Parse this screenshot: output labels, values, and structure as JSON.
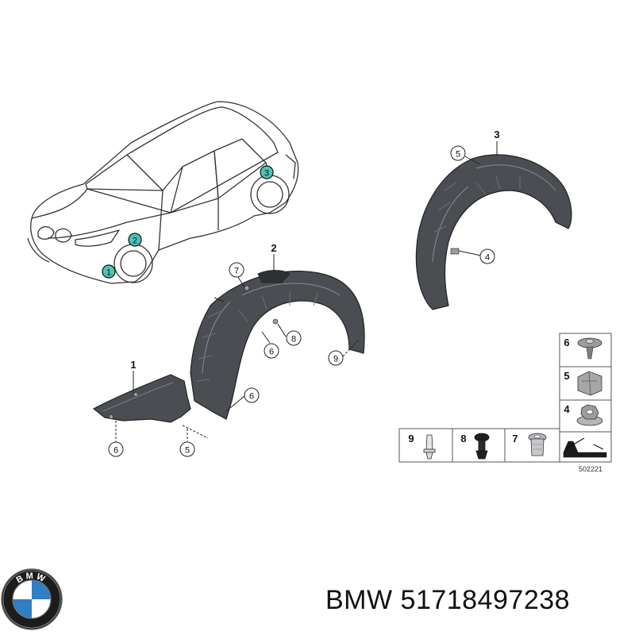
{
  "diagram": {
    "callouts": {
      "car_1": "1",
      "car_2": "2",
      "car_3": "3",
      "part_1": "1",
      "part_2": "2",
      "part_3": "3",
      "c7": "7",
      "c8": "8",
      "c9": "9",
      "c6a": "6",
      "c6b": "6",
      "c6c": "6",
      "c5a": "5",
      "c5b": "5",
      "c4": "4"
    },
    "legend": {
      "right_column": [
        "6",
        "5",
        "4"
      ],
      "bottom_row": [
        "9",
        "8",
        "7"
      ]
    },
    "diagram_id": "502221"
  },
  "brand": {
    "name": "BMW",
    "part_number": "51718497238",
    "logo_letters": "BMW"
  },
  "colors": {
    "highlight": "#4fc3b6",
    "part_fill": "#4a4d52",
    "line": "#222222"
  }
}
